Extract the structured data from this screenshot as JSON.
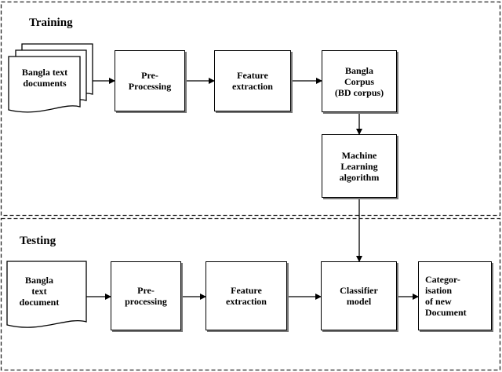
{
  "sections": {
    "training": "Training",
    "testing": "Testing"
  },
  "training": {
    "docs": "Bangla text\ndocuments",
    "preprocessing": "Pre-\nProcessing",
    "feature_extraction": "Feature\nextraction",
    "corpus": "Bangla\nCorpus\n(BD corpus)",
    "ml_algorithm": "Machine\nLearning\nalgorithm"
  },
  "testing": {
    "doc": "Bangla\ntext\ndocument",
    "preprocessing": "Pre-\nprocessing",
    "feature_extraction": "Feature\nextraction",
    "classifier": "Classifier\nmodel",
    "categorisation": "Categor-\nisation\nof new\nDocument"
  }
}
